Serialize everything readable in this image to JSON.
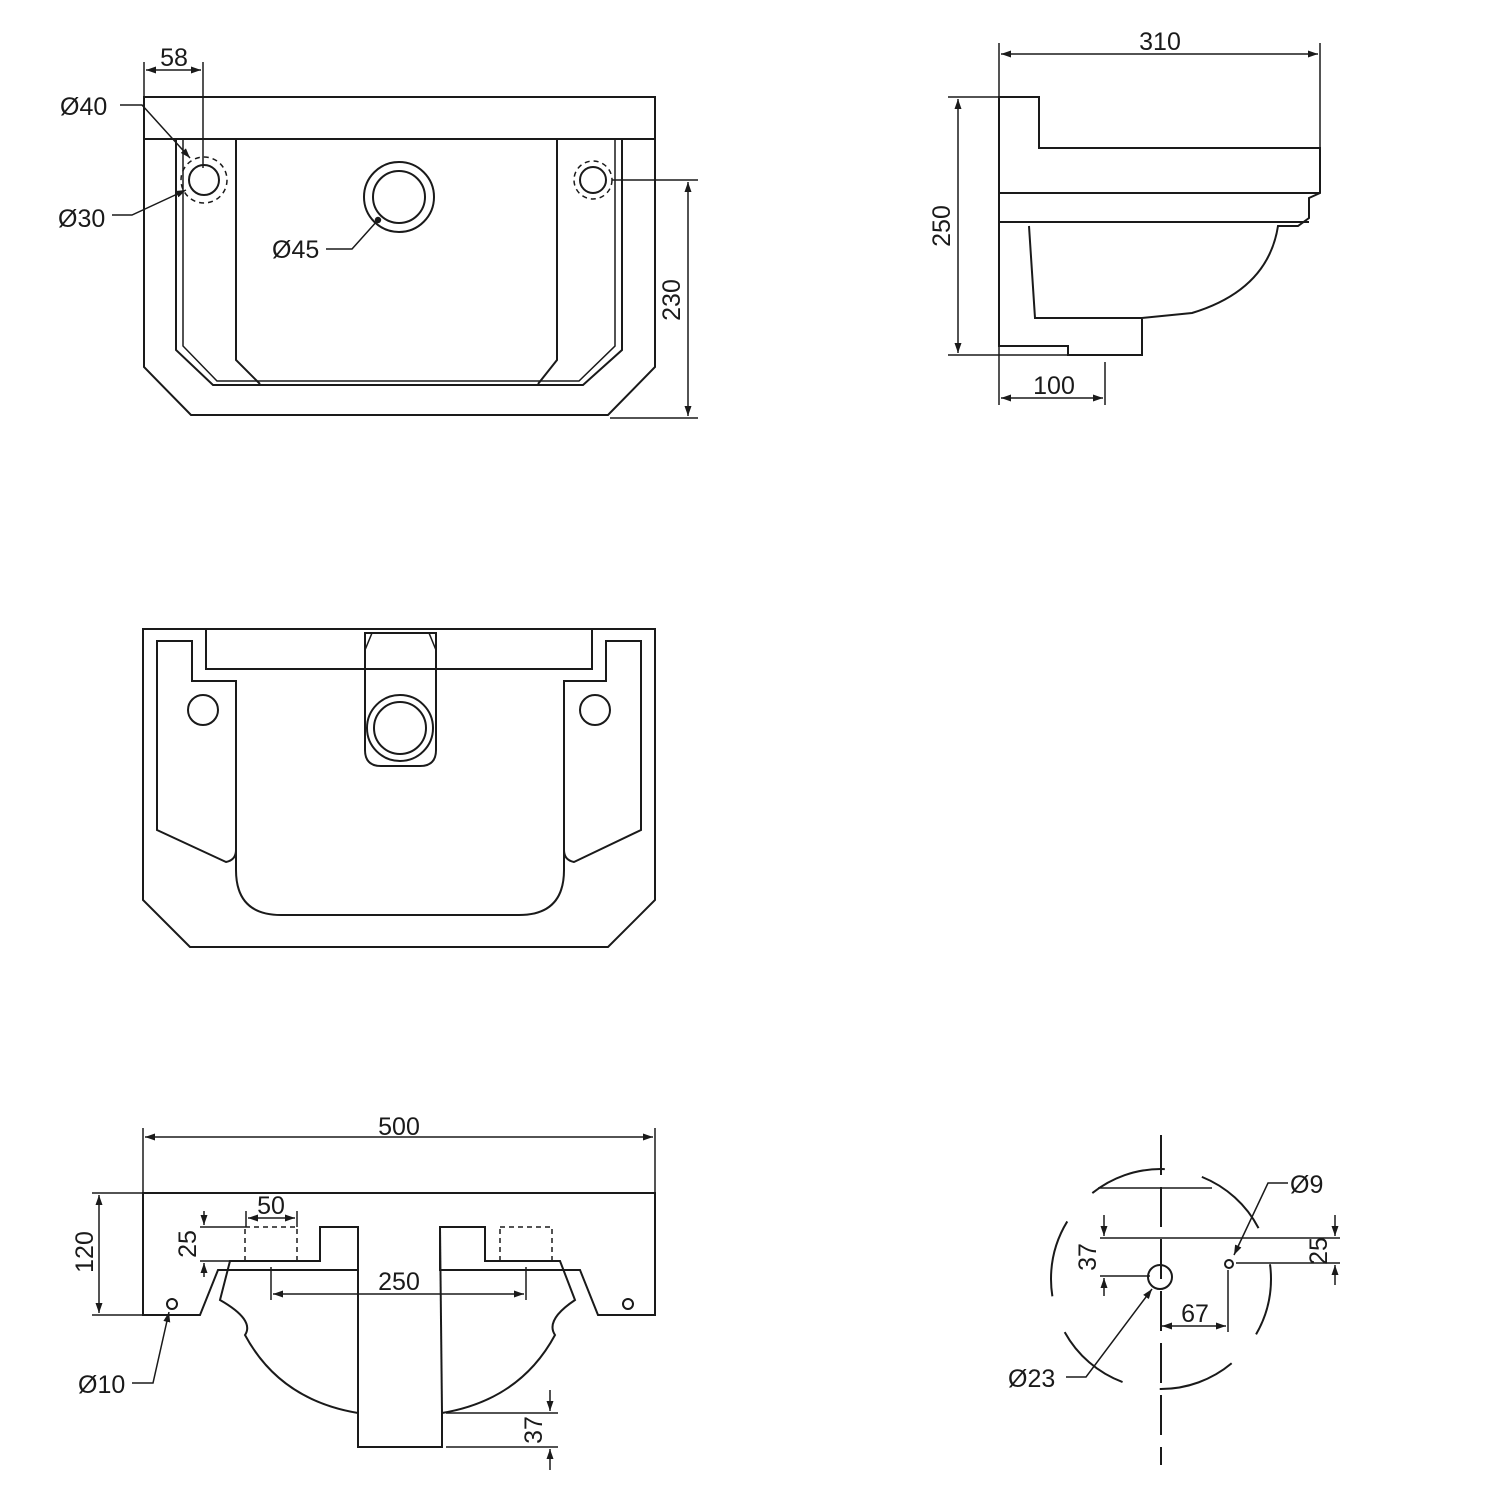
{
  "plan_view": {
    "dims": {
      "tap_offset": "58",
      "tap_outer_dia": "Ø40",
      "tap_inner_dia": "Ø30",
      "waste_dia": "Ø45",
      "depth": "230"
    }
  },
  "side_view": {
    "dims": {
      "width": "310",
      "height": "250",
      "pedestal": "100"
    }
  },
  "front_view": {
    "dims": {
      "width": "500",
      "height": "120",
      "slot_width": "50",
      "slot_depth": "25",
      "fixing_spacing": "250",
      "fixing_hole_dia": "Ø10",
      "bottom_depth": "37"
    }
  },
  "detail_view": {
    "dims": {
      "hole_small": "Ø9",
      "hole_large": "Ø23",
      "offset_h": "67",
      "offset_v": "37",
      "offset_v2": "25"
    }
  }
}
